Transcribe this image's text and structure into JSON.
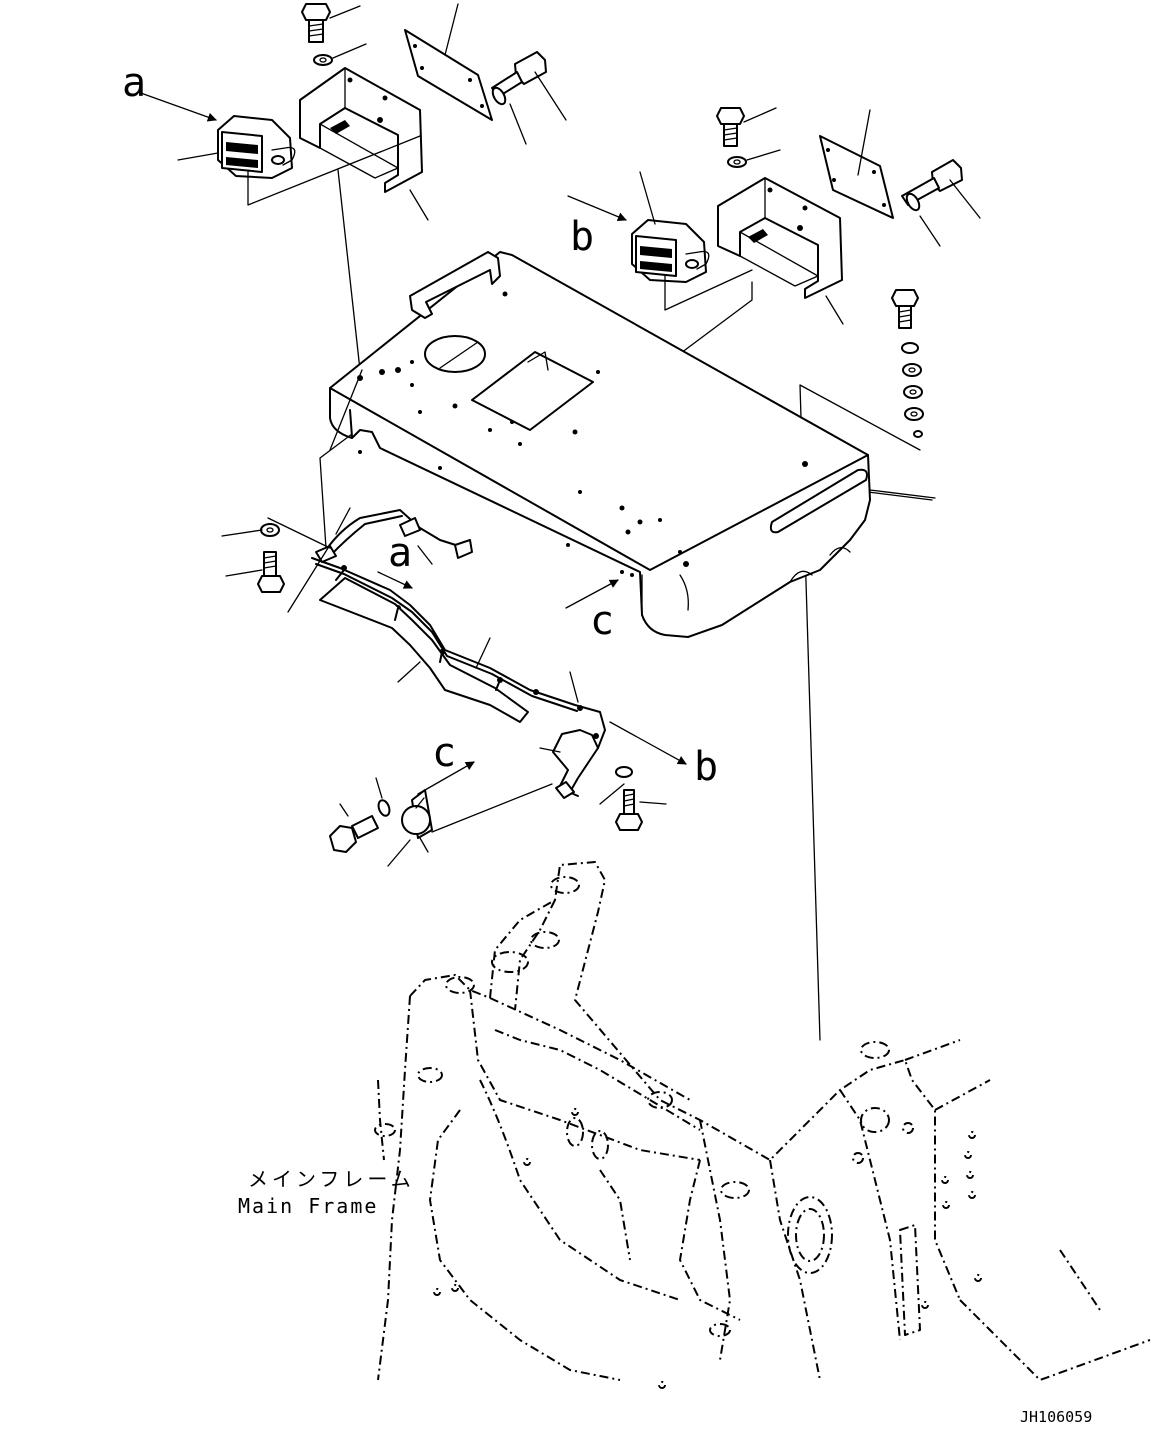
{
  "labels": {
    "a_lamp": "a",
    "b_lamp": "b",
    "c_cover": "c",
    "a_harness": "a",
    "b_harness": "b",
    "c_horn": "c"
  },
  "main_frame": {
    "label_ja": "メインフレーム",
    "label_en": "Main Frame"
  },
  "drawing_id": "JH106059"
}
